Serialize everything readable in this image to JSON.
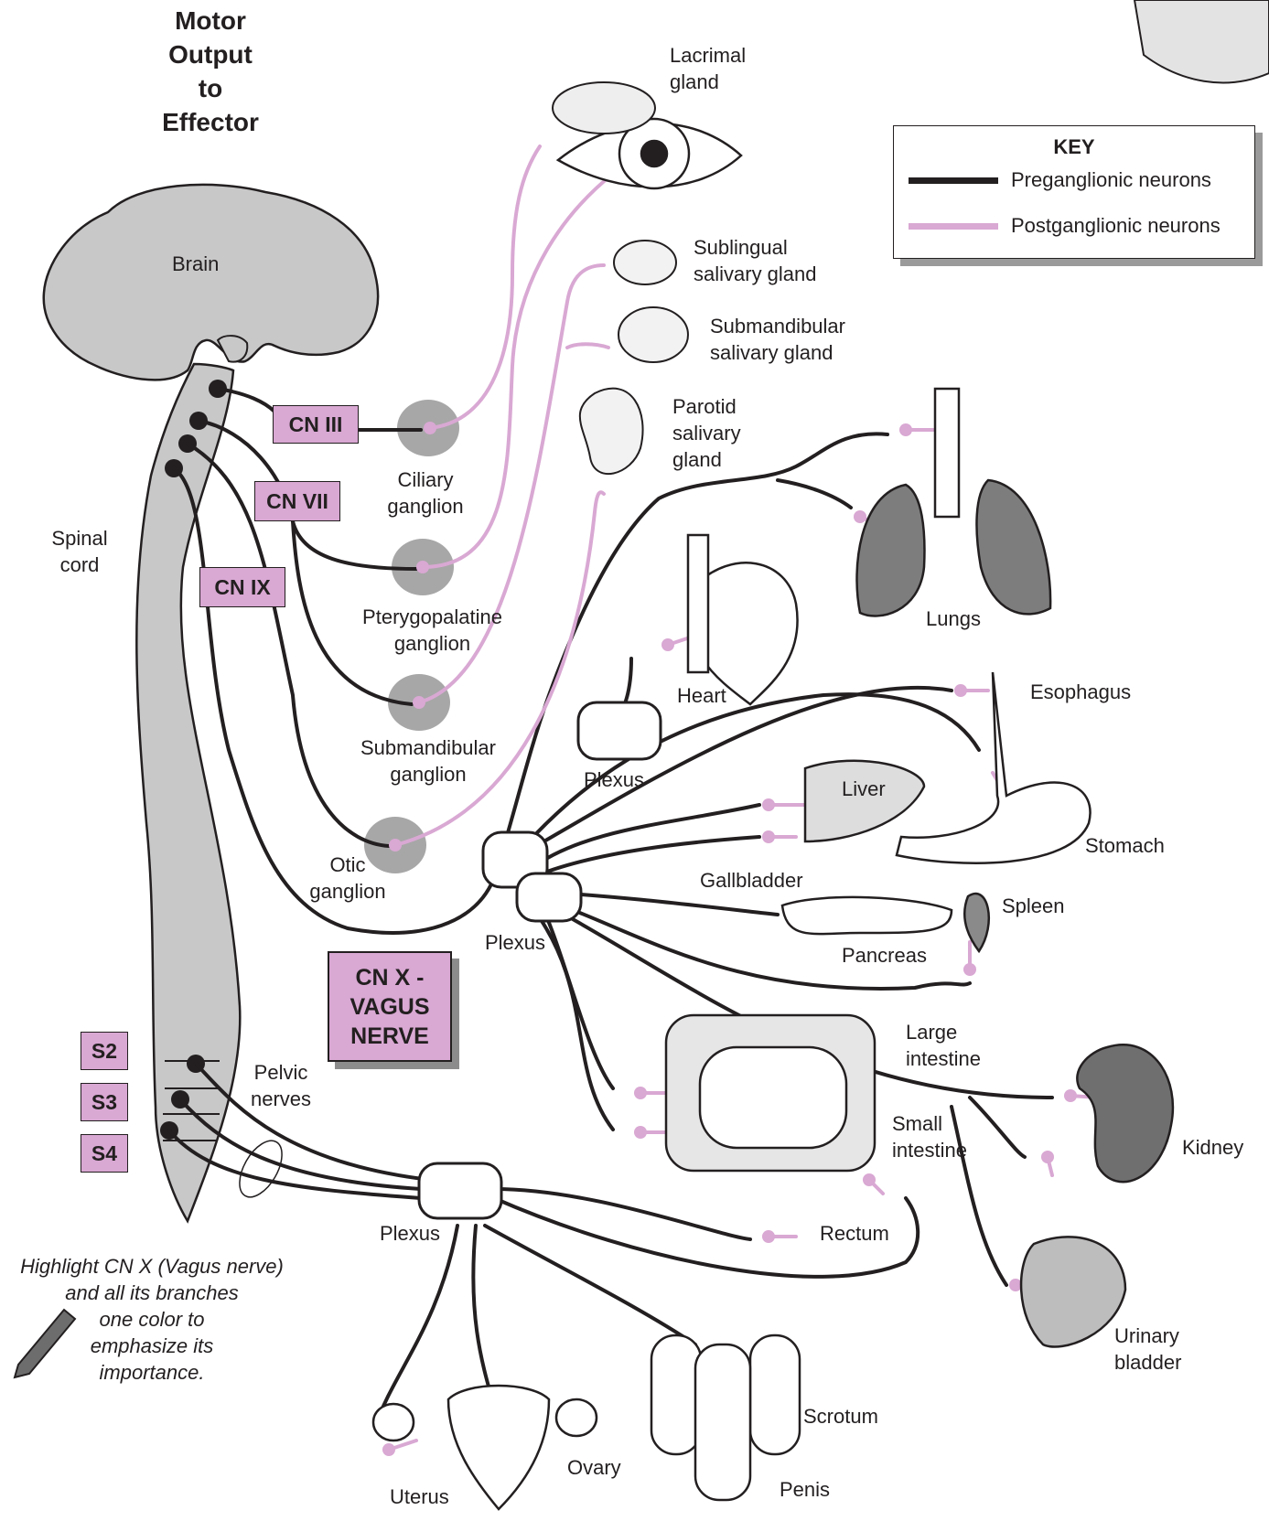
{
  "title": "Motor\nOutput\nto\nEffector",
  "key": {
    "title": "KEY",
    "items": [
      {
        "label": "Preganglionic neurons",
        "color": "#231f20"
      },
      {
        "label": "Postganglionic neurons",
        "color": "#d9a8d3"
      }
    ]
  },
  "colors": {
    "preganglionic": "#231f20",
    "postganglionic": "#d9a8d3",
    "organ_fill": "#bdbdbd",
    "cn_box": "#d9a8d3"
  },
  "cranial_nerves": {
    "cn3": "CN III",
    "cn7": "CN VII",
    "cn9": "CN IX",
    "cn10": "CN X -\nVAGUS\nNERVE"
  },
  "sacral": {
    "s2": "S2",
    "s3": "S3",
    "s4": "S4"
  },
  "labels": {
    "brain": "Brain",
    "spinal_cord": "Spinal\ncord",
    "ciliary_ganglion": "Ciliary\nganglion",
    "pterygopalatine_ganglion": "Pterygopalatine\nganglion",
    "submandibular_ganglion": "Submandibular\nganglion",
    "otic_ganglion": "Otic\nganglion",
    "lacrimal_gland": "Lacrimal\ngland",
    "sublingual_gland": "Sublingual\nsalivary gland",
    "submandibular_gland": "Submandibular\nsalivary gland",
    "parotid_gland": "Parotid\nsalivary\ngland",
    "lungs": "Lungs",
    "heart": "Heart",
    "plexus_cardiac": "Plexus",
    "plexus_celiac": "Plexus",
    "plexus_pelvic": "Plexus",
    "esophagus": "Esophagus",
    "liver": "Liver",
    "stomach": "Stomach",
    "gallbladder": "Gallbladder",
    "spleen": "Spleen",
    "pancreas": "Pancreas",
    "large_intestine": "Large\nintestine",
    "small_intestine": "Small\nintestine",
    "kidney": "Kidney",
    "rectum": "Rectum",
    "urinary_bladder": "Urinary\nbladder",
    "pelvic_nerves": "Pelvic\nnerves",
    "scrotum": "Scrotum",
    "penis": "Penis",
    "ovary": "Ovary",
    "uterus": "Uterus"
  },
  "instruction": "Highlight CN X (Vagus nerve)\nand all its branches\none color to\nemphasize its\nimportance."
}
